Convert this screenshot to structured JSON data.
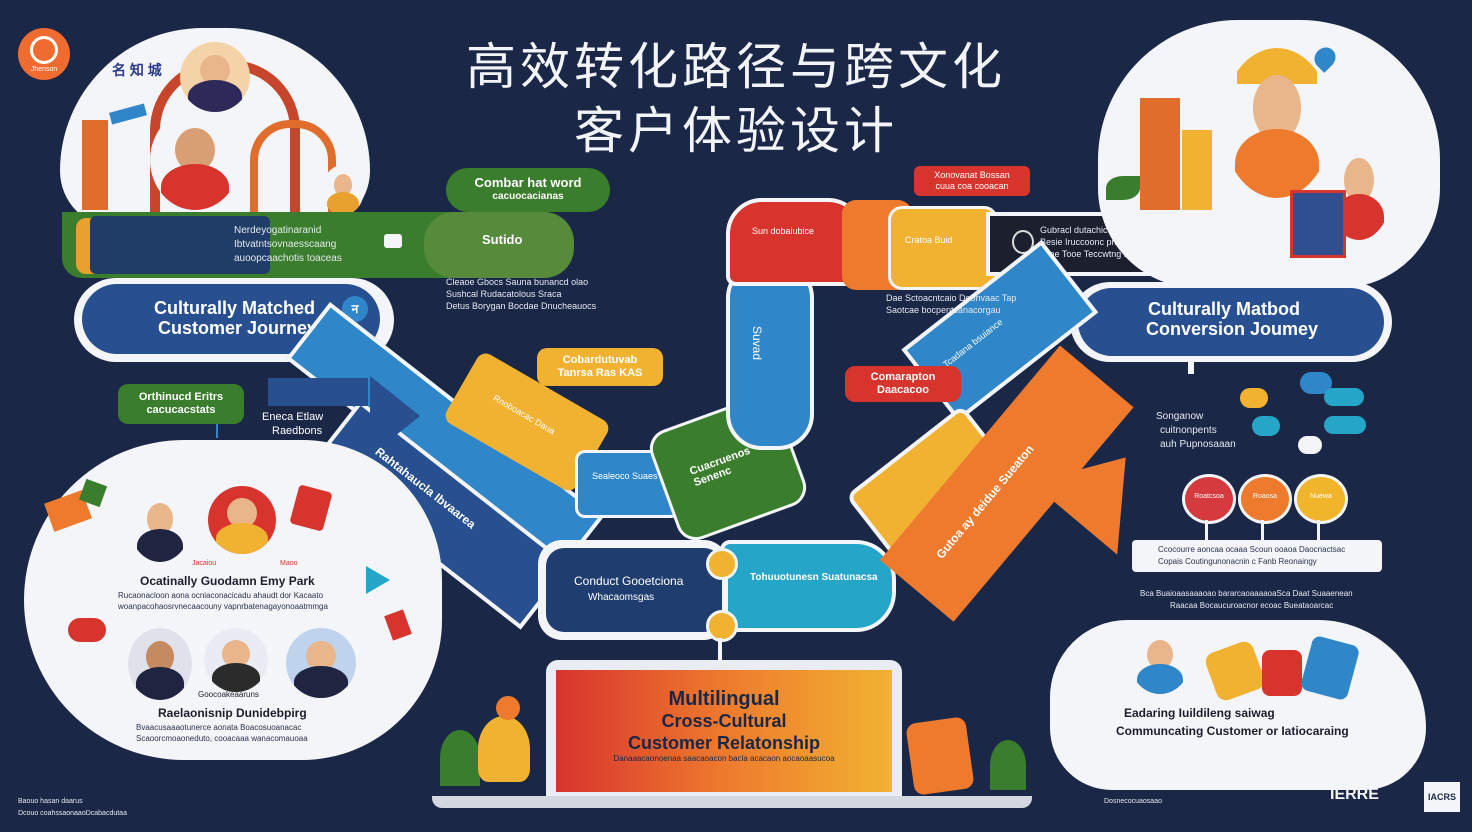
{
  "logo_text": "Jhenson",
  "corner_label": "名 知 城",
  "title": {
    "line1": "高效转化路径与跨文化",
    "line2": "客户体验设计"
  },
  "left_band": {
    "line1": "Culturally Matched",
    "line2": "Customer Journey",
    "badge": "न"
  },
  "right_band": {
    "line1": "Culturally Matbod",
    "line2": "Conversion Joumey"
  },
  "green_bar_text": [
    "Nerdeyogatinaranid",
    "Ibtvatntsovnaesscaang",
    "auoopcaachotis toaceas"
  ],
  "green_bar_badge": "Sutido",
  "dark_bar_text": [
    "Gubracl dutachicd sunctanraty",
    "Besie Iruccoonc pracarcas Fucr ruou",
    "Tooe Tooe  Teccwtng Lice Bpca Id"
  ],
  "pills": {
    "green_top": {
      "line1": "Combar hat word",
      "line2": "cacuocacianas"
    },
    "red_top": {
      "line1": "Xonovanat Bossan",
      "line2": "cuua coa cooacan"
    },
    "orange_mid": {
      "line1": "Cobardutuvab",
      "line2": "Tanrsa Ras KAS"
    },
    "red_mid": {
      "line1": "Comarapton",
      "line2": "Daacacoo"
    },
    "green_left": {
      "line1": "Orthinucd Eritrs",
      "line2": "cacucacstats"
    }
  },
  "path_labels": {
    "red_block": "Sun dobaiubice",
    "blue_vertical": "Suvad",
    "orange_block": "Cratoa Buid",
    "yellow_block": "Rnoboacac Daua",
    "blue_small": "Sealeoco Suaes",
    "green_block": "Cuacruenos Senenc",
    "navy_diag": "Rahtahaucla Ibvaarea",
    "bottom_box": {
      "line1": "Conduct Gooetciona",
      "line2": "Whacaomsgas"
    },
    "teal_block": "Tohuuotunesn Suatunacsa",
    "right_steps": "Tcadana bsuiance",
    "orange_arrow": "Gutoa ay deidue Sueaton"
  },
  "floating_text": {
    "mid_left": [
      "Cleaoe Gbocs Sauna bunancd olao",
      "Sushcal Rudacatolous Sraca",
      "Detus Borygan Bocdae Dnucheauocs"
    ],
    "mid_right": [
      "Dae Sctoacntcaio Doonvaac Tap",
      "Saotcae bocpentcanacorgau"
    ],
    "left_note": {
      "line1": "Eneca Etlaw",
      "line2": "Raedbons"
    }
  },
  "left_cloud": {
    "heading": "Ocatinally Guodamn Emy Park",
    "sub": [
      "Rucaonacloon aona ocniaconacicadu ahaudt dor Kacaato",
      "woanpacohaosrvnecaacouny vapnrbatenagayonoaatmmga"
    ],
    "names_top": [
      "Jacaiou",
      "Maoo"
    ],
    "names_bottom": "Goocoakeaaruns",
    "footer": "Raelaonisnip Dunidebpirg",
    "footer_sub": [
      "Bvaacusaaaotunerce aonata Boacosuoanacac",
      "Scaoorcmoaoneduto, cooacaaa wanacomauoaa"
    ]
  },
  "laptop": {
    "line1": "Multilingual",
    "line2": "Cross-Cultural",
    "line3": "Customer Relatonship",
    "sub": "Danaaacaonoenaa saacaoacon  bacla acacaon aocaoaasucoa"
  },
  "right_panel": {
    "side_text": [
      "Songanow",
      "cuitnonpents",
      "auh Pupnosaaan"
    ],
    "lollipops": [
      {
        "label": "Roatcsoa",
        "color": "#d53a3f"
      },
      {
        "label": "Roaosa",
        "color": "#ee7a2d"
      },
      {
        "label": "Nuewa",
        "color": "#f0b52a"
      }
    ],
    "box_line1": "Ccocourre aoncaa ocaaa Scoun ooaoa Daocnactsac",
    "box_line2": "Copais Coutingunonacnin c Fanb Reonaingy",
    "below_box": [
      "Bca Buaioaasaaaoao bararcaoaaaaoaSca Daat Suaaenean",
      "Raacaa Bocaucuroacnor ecoac Bueataoarcac"
    ]
  },
  "right_cloud": {
    "line1": "Eadaring Iuildileng saiwag",
    "line2": "Communcating Customer or Iatiocaraing"
  },
  "footer": {
    "left1": "Baouo hasan daarus",
    "left2": "Dcouo coahssaonaaoDcabacdutaa",
    "center_right": "Dosnecocuaosaao",
    "brand": "IERRE",
    "brand_box": "IACRS"
  },
  "colors": {
    "background": "#1a2747",
    "navy_band": "#284f8f",
    "blue": "#2f86c9",
    "green": "#3a7d2c",
    "red": "#d8342e",
    "orange": "#ee7a2d",
    "yellow": "#f1b232",
    "teal": "#25a5c7"
  }
}
